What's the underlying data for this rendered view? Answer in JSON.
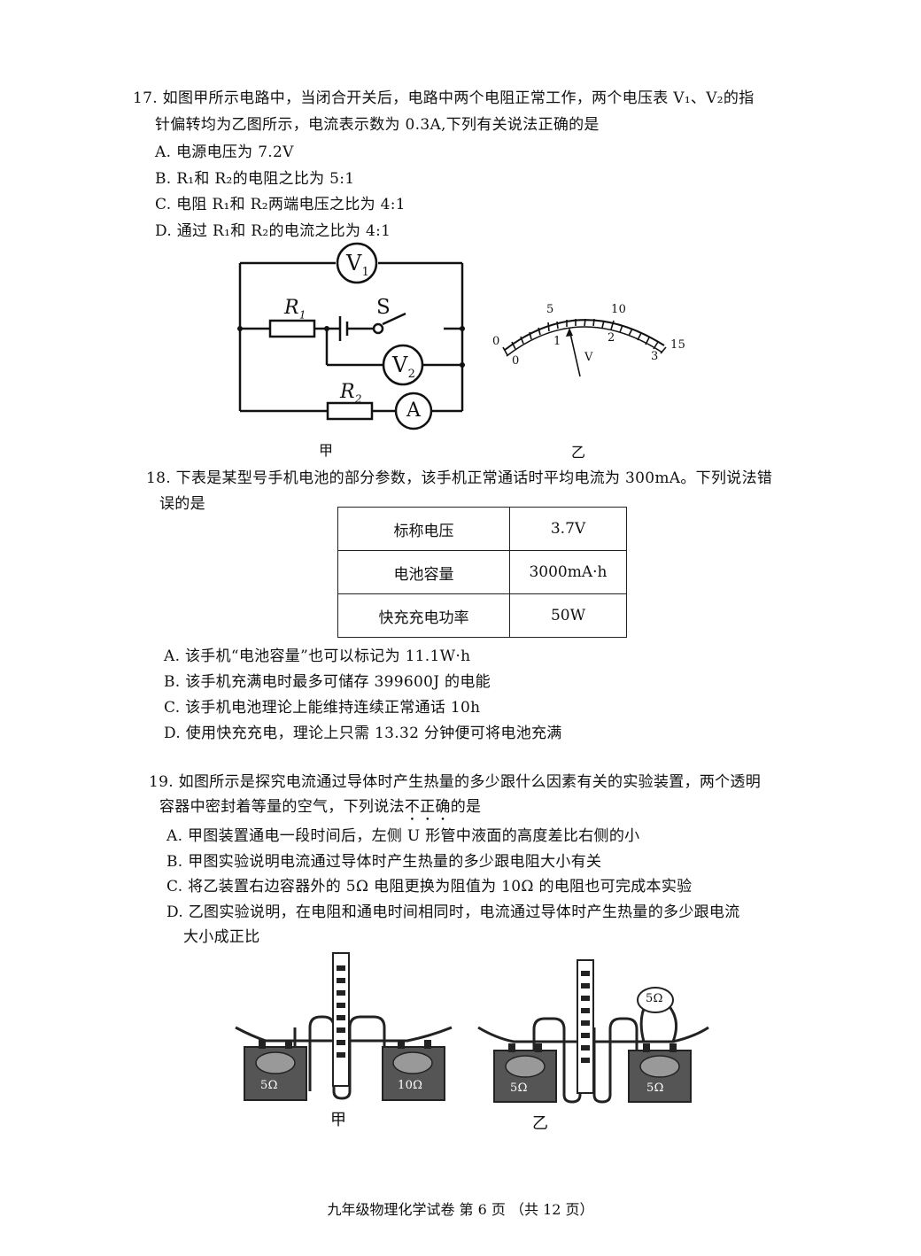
{
  "q17": {
    "stem_line1": "17. 如图甲所示电路中，当闭合开关后，电路中两个电阻正常工作，两个电压表 V₁、V₂的指",
    "stem_line2": "针偏转均为乙图所示，电流表示数为 0.3A,下列有关说法正确的是",
    "option_a": "A. 电源电压为 7.2V",
    "option_b": "B. R₁和 R₂的电阻之比为 5:1",
    "option_c": "C. 电阻 R₁和 R₂两端电压之比为 4:1",
    "option_d": "D. 通过 R₁和 R₂的电流之比为 4:1",
    "circuit": {
      "v1": "V",
      "v1_sub": "1",
      "v2": "V",
      "v2_sub": "2",
      "r1": "R",
      "r1_sub": "1",
      "r2": "R",
      "r2_sub": "2",
      "switch": "S",
      "ammeter": "A",
      "caption": "甲"
    },
    "meter": {
      "top_labels": [
        "0",
        "5",
        "10",
        "15"
      ],
      "bottom_labels": [
        "0",
        "1",
        "2",
        "3"
      ],
      "unit": "V",
      "caption": "乙"
    }
  },
  "q18": {
    "stem_line1": "18. 下表是某型号手机电池的部分参数，该手机正常通话时平均电流为 300mA。下列说法错",
    "stem_line2": "误的是",
    "table": [
      [
        "标称电压",
        "3.7V"
      ],
      [
        "电池容量",
        "3000mA·h"
      ],
      [
        "快充充电功率",
        "50W"
      ]
    ],
    "option_a": "A. 该手机“电池容量”也可以标记为 11.1W·h",
    "option_b": "B. 该手机充满电时最多可储存 399600J 的电能",
    "option_c": "C. 该手机电池理论上能维持连续正常通话 10h",
    "option_d": "D. 使用快充充电，理论上只需 13.32 分钟便可将电池充满"
  },
  "q19": {
    "stem_line1": "19. 如图所示是探究电流通过导体时产生热量的多少跟什么因素有关的实验装置，两个透明",
    "stem_line2_pre": "容器中密封着等量的空气，下列说法",
    "stem_line2_emph": "不正确",
    "stem_line2_post": "的是",
    "option_a": "A. 甲图装置通电一段时间后，左侧 U 形管中液面的高度差比右侧的小",
    "option_b": "B. 甲图实验说明电流通过导体时产生热量的多少跟电阻大小有关",
    "option_c": "C. 将乙装置右边容器外的 5Ω 电阻更换为阻值为 10Ω 的电阻也可完成本实验",
    "option_d_line1": "D. 乙图实验说明，在电阻和通电时间相同时，电流通过导体时产生热量的多少跟电流",
    "option_d_line2": "大小成正比",
    "apparatus_jia": {
      "left_resistor": "5Ω",
      "right_resistor": "10Ω",
      "caption": "甲"
    },
    "apparatus_yi": {
      "left_resistor": "5Ω",
      "right_resistor": "5Ω",
      "outside_resistor": "5Ω",
      "caption": "乙"
    }
  },
  "footer": "九年级物理化学试卷 第 6 页 （共 12 页）"
}
